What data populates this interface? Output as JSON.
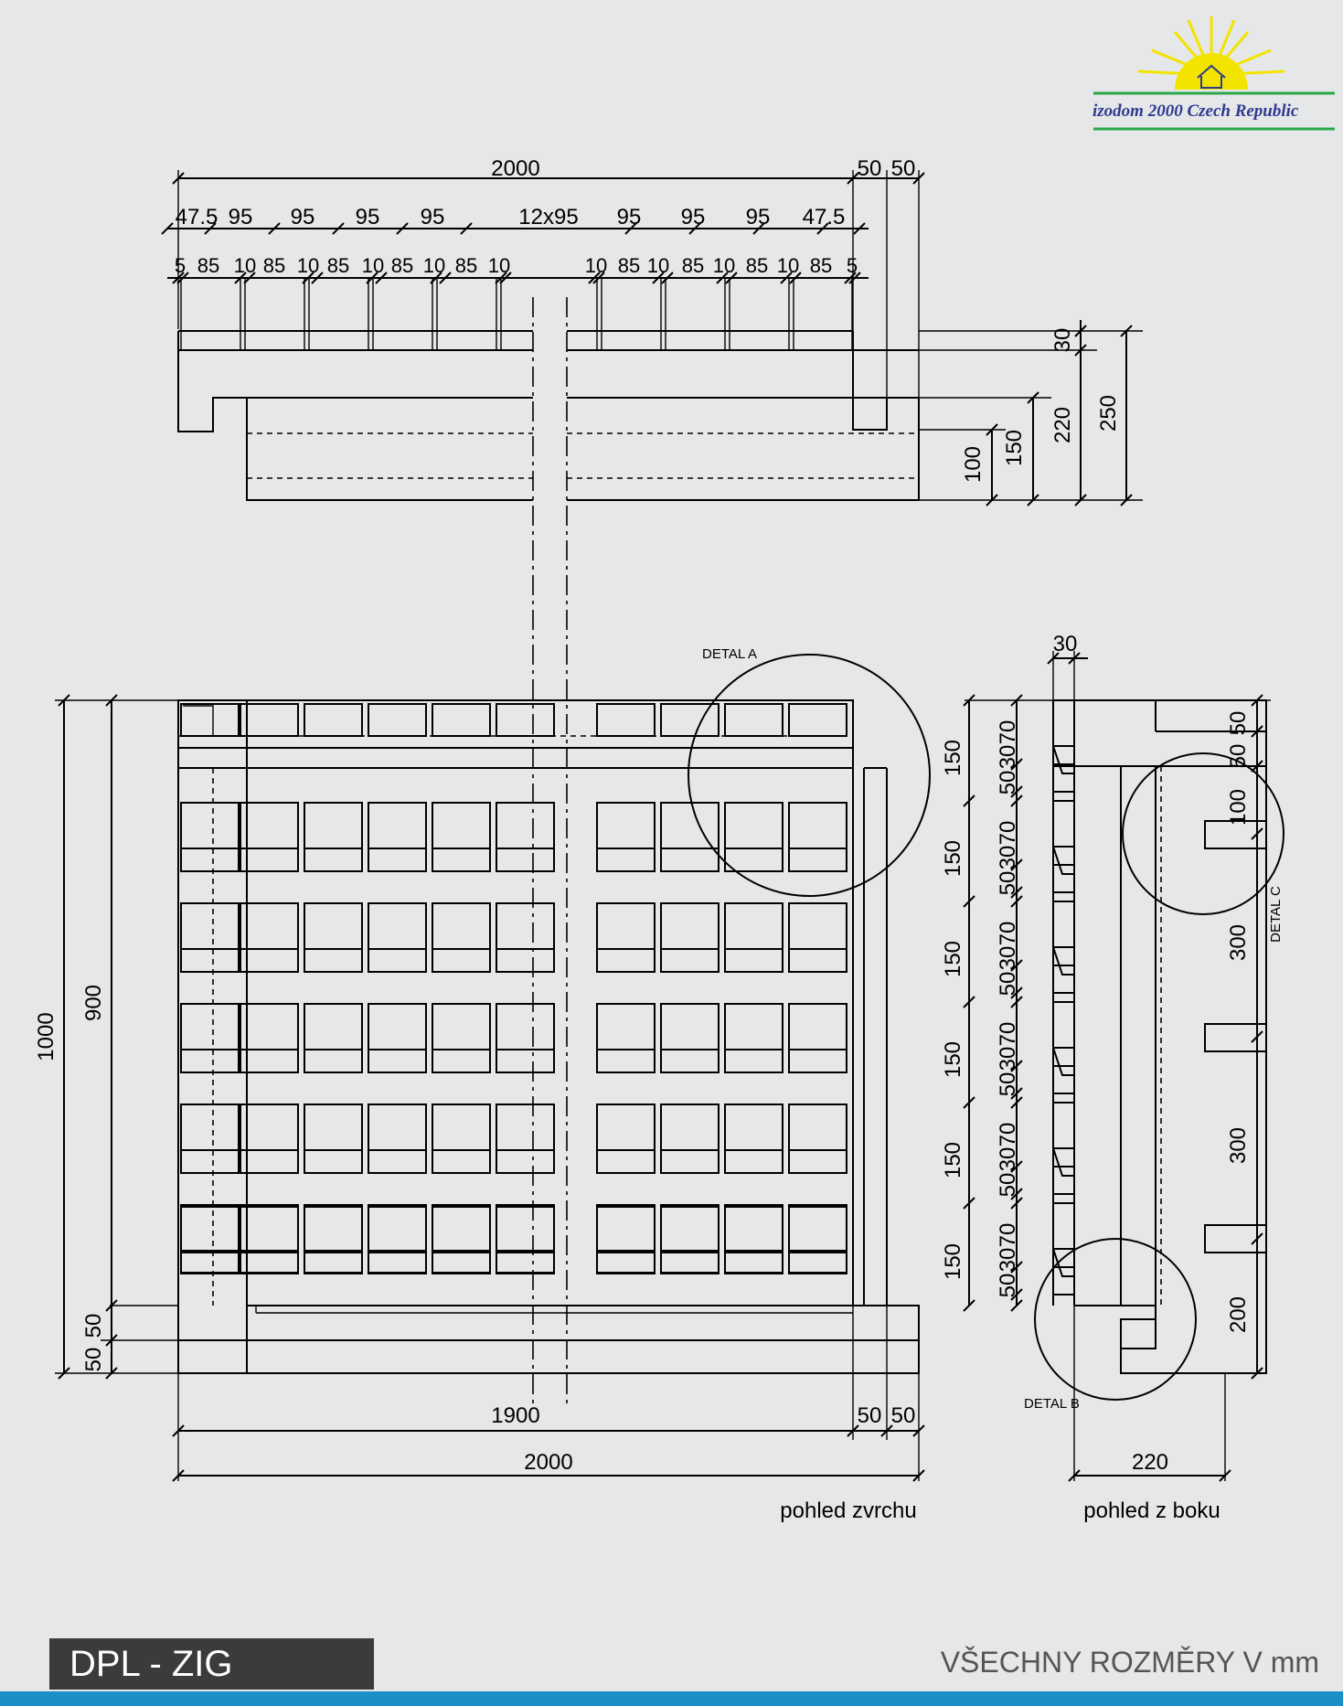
{
  "logo": {
    "text": "izodom 2000 Czech Republic",
    "colors": {
      "sun": "#f3e400",
      "line": "#2aa84a",
      "text": "#2f3a8f"
    }
  },
  "title": "DPL - ZIG",
  "units_note": "VŠECHNY ROZMĚRY V mm",
  "captions": {
    "top_view": "pohled zvrchu",
    "side_view": "pohled z boku"
  },
  "detail_labels": {
    "a": "DETAL A",
    "b": "DETAL B",
    "c": "DETAL C"
  },
  "dims": {
    "top_total": "2000",
    "top_50a": "50",
    "top_50b": "50",
    "row2": [
      "47.5",
      "95",
      "95",
      "95",
      "95",
      "12x95",
      "95",
      "95",
      "95",
      "47.5"
    ],
    "row3_left": [
      "5",
      "85",
      "10",
      "85",
      "10",
      "85",
      "10",
      "85",
      "10",
      "85",
      "10"
    ],
    "row3_right": [
      "10",
      "85",
      "10",
      "85",
      "10",
      "85",
      "10",
      "85",
      "5"
    ],
    "right_30": "30",
    "right_220": "220",
    "right_250": "250",
    "right_150": "150",
    "right_100": "100",
    "left_1000": "1000",
    "left_900": "900",
    "left_50a": "50",
    "left_50b": "50",
    "bottom_1900": "1900",
    "bottom_50a": "50",
    "bottom_50b": "50",
    "bottom_2000": "2000",
    "side_top_30": "30",
    "side_rows": [
      "150",
      "150",
      "150",
      "150",
      "150",
      "150"
    ],
    "side_sub": [
      "70",
      "30",
      "50"
    ],
    "side_right": [
      "50",
      "50",
      "100",
      "300",
      "300",
      "200"
    ],
    "side_bottom_220": "220"
  },
  "colors": {
    "title_bg": "#3b3b3b",
    "accent_bar": "#1e8fc6",
    "background": "#e6e7e9"
  }
}
